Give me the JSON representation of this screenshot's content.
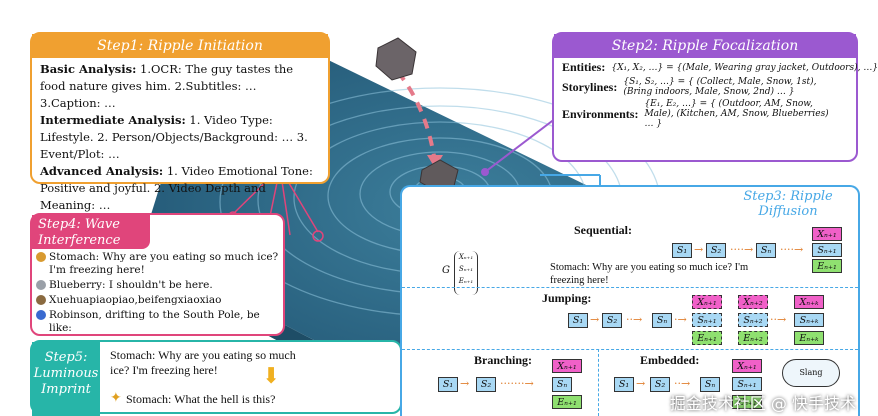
{
  "step1": {
    "title": "Step1:  Ripple Initiation",
    "basic_label": "Basic Analysis:",
    "basic_text": " 1.OCR: The guy tastes the food nature gives him. 2.Subtitles: … 3.Caption: …",
    "inter_label": "Intermediate Analysis:",
    "inter_text": " 1. Video Type: Lifestyle. 2. Person/Objects/Background: … 3. Event/Plot: …",
    "adv_label": "Advanced Analysis:",
    "adv_text": " 1. Video Emotional Tone: Positive and joyful. 2. Video Depth and Meaning: …"
  },
  "step2": {
    "title": "Step2:  Ripple Focalization",
    "entities_label": "Entities:",
    "entities_math": "{X₁, X₂, …} = {(Male, Wearing gray jacket, Outdoors), …}",
    "storylines_label": "Storylines:",
    "storylines_math": "{S₁, S₂, …} = { (Collect, Male, Snow, 1st),  (Bring indoors, Male, Snow, 2nd) … }",
    "environments_label": "Environments:",
    "environments_math": "{E₁, E₂, …} = { (Outdoor, AM, Snow, Male),  (Kitchen, AM, Snow, Blueberries) … }"
  },
  "step3": {
    "title": "Step3:  Ripple Diffusion",
    "sequential_label": "Sequential:",
    "jumping_label": "Jumping:",
    "branching_label": "Branching:",
    "embedded_label": "Embedded:",
    "g_label": "G",
    "caption": "Stomach: Why are you eating so much ice? I'm freezing here!",
    "s1": "S₁",
    "s2": "S₂",
    "sn": "Sₙ",
    "x_n1": "Xₙ₊₁",
    "s_n1": "Sₙ₊₁",
    "e_n1": "Eₙ₊₁",
    "x_n2": "Xₙ₊₂",
    "s_n2": "Sₙ₊₂",
    "e_n2": "Eₙ₊₂",
    "x_nk": "Xₙ₊ₖ",
    "s_nk": "Sₙ₊ₖ",
    "e_nk": "Eₙ₊ₖ",
    "cloud_text": "Slang"
  },
  "step4": {
    "title": "Step4:  Wave Interference",
    "comments": [
      {
        "text": "Stomach: Why are you eating so much ice? I'm freezing here!",
        "color": "#d89a30"
      },
      {
        "text": "Blueberry: I shouldn't be here.",
        "color": "#9aa0a8"
      },
      {
        "text": "Xuehuapiaopiao,beifengxiaoxiao",
        "color": "#8a6a40"
      },
      {
        "text": "Robinson, drifting to the South Pole, be like:",
        "color": "#3a6ad0"
      }
    ]
  },
  "step5": {
    "title": "Step5:  Luminous Imprint",
    "line1": "Stomach: Why are you eating so much ice? I'm freezing here!",
    "line2": "Stomach: What the hell is this?"
  },
  "watermark": "掘金技术社区 @ 快手技术",
  "colors": {
    "orange": "#f0a030",
    "purple": "#9b59d0",
    "pink": "#e0457b",
    "teal": "#27b5a8",
    "blue": "#47a8e6",
    "water": "#2e6a86"
  }
}
